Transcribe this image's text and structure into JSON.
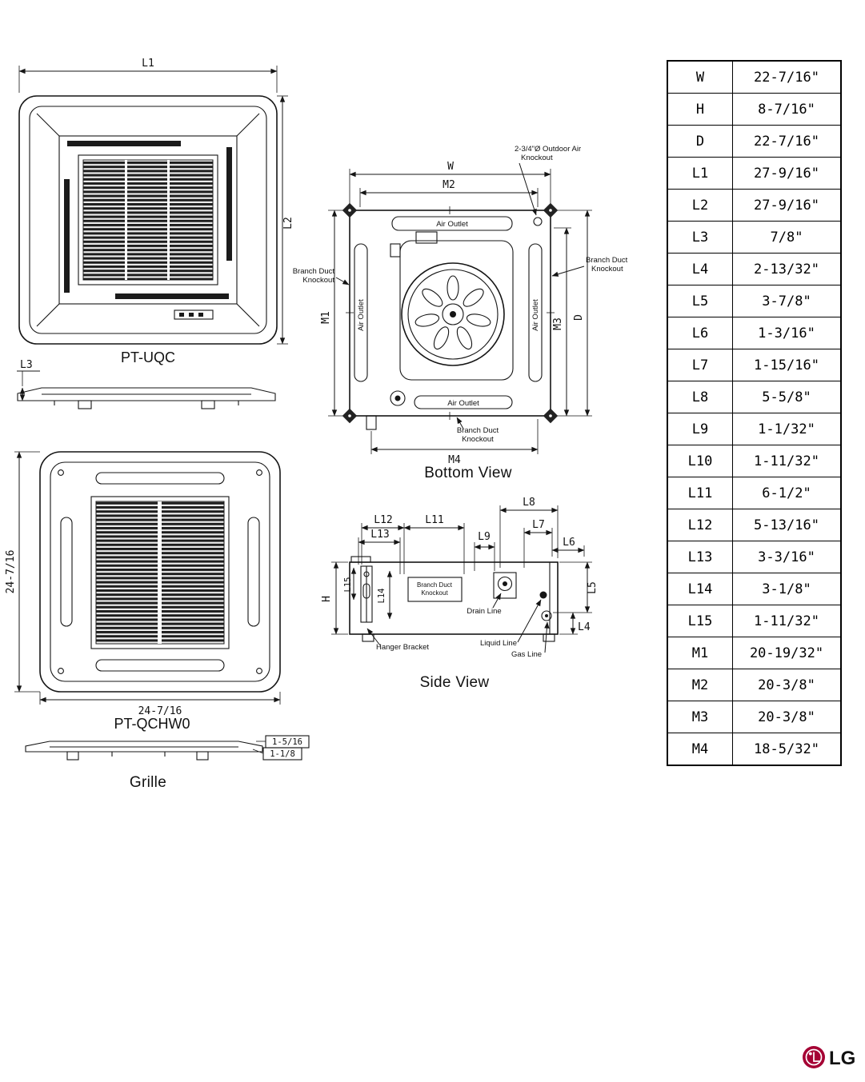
{
  "front_view": {
    "model": "PT-UQC",
    "dims": {
      "top": "L1",
      "right": "L2",
      "profile": "L3"
    }
  },
  "grille": {
    "model": "PT-QCHW0",
    "label": "Grille",
    "dim_left": "24-7/16",
    "dim_bottom": "24-7/16",
    "profile_dims": {
      "upper": "1-5/16",
      "lower": "1-1/8"
    }
  },
  "bottom_view": {
    "title": "Bottom View",
    "dims": {
      "w": "W",
      "m1": "M1",
      "m2": "M2",
      "m3": "M3",
      "m4": "M4",
      "d": "D"
    },
    "labels": {
      "air_outlet": "Air Outlet",
      "branch_duct_line1": "Branch Duct",
      "branch_duct_line2": "Knockout",
      "outdoor_knockout_line1": "2-3/4\"Ø Outdoor Air",
      "outdoor_knockout_line2": "Knockout"
    }
  },
  "side_view": {
    "title": "Side View",
    "dims": {
      "h": "H",
      "l4": "L4",
      "l5": "L5",
      "l6": "L6",
      "l7": "L7",
      "l8": "L8",
      "l9": "L9",
      "l11": "L11",
      "l12": "L12",
      "l13": "L13",
      "l14": "L14",
      "l15": "L15"
    },
    "labels": {
      "branch_duct_line1": "Branch Duct",
      "branch_duct_line2": "Knockout",
      "drain_line": "Drain Line",
      "hanger_bracket": "Hanger Bracket",
      "liquid_line": "Liquid Line",
      "gas_line": "Gas Line"
    }
  },
  "dimensions_table": {
    "rows": [
      {
        "key": "W",
        "value": "22-7/16\""
      },
      {
        "key": "H",
        "value": "8-7/16\""
      },
      {
        "key": "D",
        "value": "22-7/16\""
      },
      {
        "key": "L1",
        "value": "27-9/16\""
      },
      {
        "key": "L2",
        "value": "27-9/16\""
      },
      {
        "key": "L3",
        "value": "7/8\""
      },
      {
        "key": "L4",
        "value": "2-13/32\""
      },
      {
        "key": "L5",
        "value": "3-7/8\""
      },
      {
        "key": "L6",
        "value": "1-3/16\""
      },
      {
        "key": "L7",
        "value": "1-15/16\""
      },
      {
        "key": "L8",
        "value": "5-5/8\""
      },
      {
        "key": "L9",
        "value": "1-1/32\""
      },
      {
        "key": "L10",
        "value": "1-11/32\""
      },
      {
        "key": "L11",
        "value": "6-1/2\""
      },
      {
        "key": "L12",
        "value": "5-13/16\""
      },
      {
        "key": "L13",
        "value": "3-3/16\""
      },
      {
        "key": "L14",
        "value": "3-1/8\""
      },
      {
        "key": "L15",
        "value": "1-11/32\""
      },
      {
        "key": "M1",
        "value": "20-19/32\""
      },
      {
        "key": "M2",
        "value": "20-3/8\""
      },
      {
        "key": "M3",
        "value": "20-3/8\""
      },
      {
        "key": "M4",
        "value": "18-5/32\""
      }
    ]
  },
  "logo": {
    "text": "LG"
  },
  "colors": {
    "line": "#151515",
    "lg_red": "#a50034",
    "lg_grey": "#6d6e71"
  }
}
